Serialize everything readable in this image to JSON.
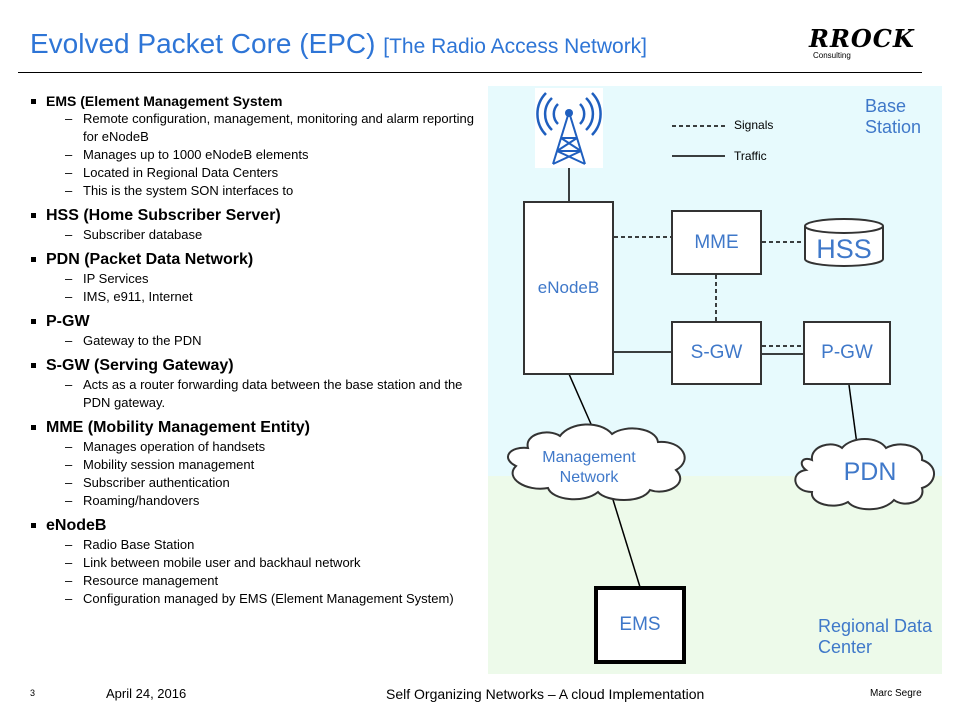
{
  "slide": {
    "title": "Evolved Packet Core (EPC)",
    "title_suffix": "[The Radio Access Network]",
    "logo_brand": "RROCK",
    "logo_tagline": "Consulting"
  },
  "sections": [
    {
      "heading": "EMS (Element Management System",
      "items": [
        "Remote configuration, management, monitoring and alarm reporting for eNodeB",
        "Manages up to 1000 eNodeB elements",
        "Located in Regional Data Centers",
        "This is the system SON interfaces to"
      ]
    },
    {
      "heading": "HSS (Home Subscriber Server)",
      "items": [
        "Subscriber database"
      ]
    },
    {
      "heading": "PDN (Packet Data Network)",
      "items": [
        "IP Services",
        "IMS, e911, Internet"
      ]
    },
    {
      "heading": "P-GW",
      "items": [
        "Gateway to the PDN"
      ]
    },
    {
      "heading": "S-GW (Serving Gateway)",
      "items": [
        "Acts as a router forwarding data between the base station and the PDN gateway."
      ]
    },
    {
      "heading": "MME (Mobility Management Entity)",
      "items": [
        "Manages operation of handsets",
        "Mobility  session management",
        "Subscriber authentication",
        "Roaming/handovers"
      ]
    },
    {
      "heading": "eNodeB",
      "items": [
        "Radio Base Station",
        "Link between mobile user and backhaul network",
        "Resource management",
        "Configuration managed by EMS (Element Management System)"
      ]
    }
  ],
  "diagram": {
    "zone_base_station": "Base Station",
    "zone_regional": "Regional Data Center",
    "legend_signals": "Signals",
    "legend_traffic": "Traffic",
    "nodes": {
      "enodeb": "eNodeB",
      "mme": "MME",
      "hss": "HSS",
      "sgw": "S-GW",
      "pgw": "P-GW",
      "pdn": "PDN",
      "mgmt_network": "Management Network",
      "ems": "EMS"
    },
    "colors": {
      "node_text": "#3f78c9",
      "title": "#2e75d6",
      "base_station_bg": "#e7fafd",
      "data_center_bg": "#edfaea"
    }
  },
  "footer": {
    "page": "3",
    "date": "April 24, 2016",
    "center": "Self Organizing Networks – A cloud Implementation",
    "author": "Marc Segre"
  }
}
